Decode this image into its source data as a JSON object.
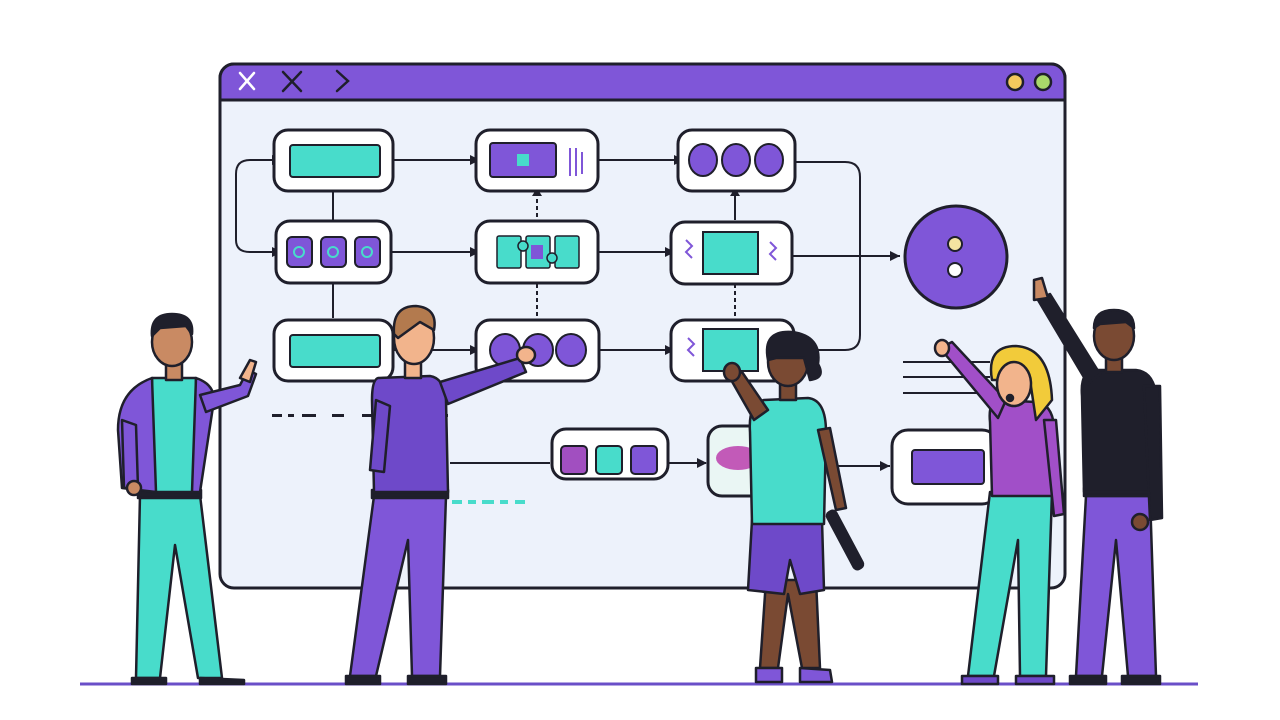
{
  "colors": {
    "purple": "#7f56d8",
    "purple_dark": "#6e49c9",
    "purple_light": "#a478e0",
    "teal": "#48dccb",
    "teal_dark": "#31bfb0",
    "ink": "#1f1f2b",
    "board_bg": "#edf2fb",
    "window_bar": "#7f56d8",
    "dot_yellow": "#f4c95d",
    "dot_green": "#a9d96a",
    "skin_light": "#f2b48c",
    "skin_mid": "#c98a63",
    "skin_dark": "#7a4a33",
    "hair_blond": "#f2cb3a",
    "ground": "#6a4fc8"
  },
  "window": {
    "controls": [
      "close-x-icon",
      "close-x-icon",
      "chevron-right-icon"
    ],
    "status_dots": [
      "yellow",
      "green"
    ]
  },
  "flowchart": {
    "rows": 3,
    "columns": 3,
    "node_styles": [
      "teal-bar",
      "purple-chip",
      "purple-circles",
      "puzzle",
      "teal-square",
      "teal-bar",
      "purple-circles",
      "teal-square"
    ]
  },
  "people": [
    {
      "role": "pointing-man-left",
      "shirt": "teal",
      "jacket": "purple",
      "pants": "teal"
    },
    {
      "role": "touching-man-center",
      "shirt": "purple",
      "pants": "purple"
    },
    {
      "role": "woman-with-pen",
      "shirt": "teal",
      "shorts": "purple"
    },
    {
      "role": "blond-woman-waving",
      "shirt": "purple",
      "pants": "teal"
    },
    {
      "role": "man-raising-arm",
      "shirt": "black",
      "pants": "purple"
    }
  ]
}
